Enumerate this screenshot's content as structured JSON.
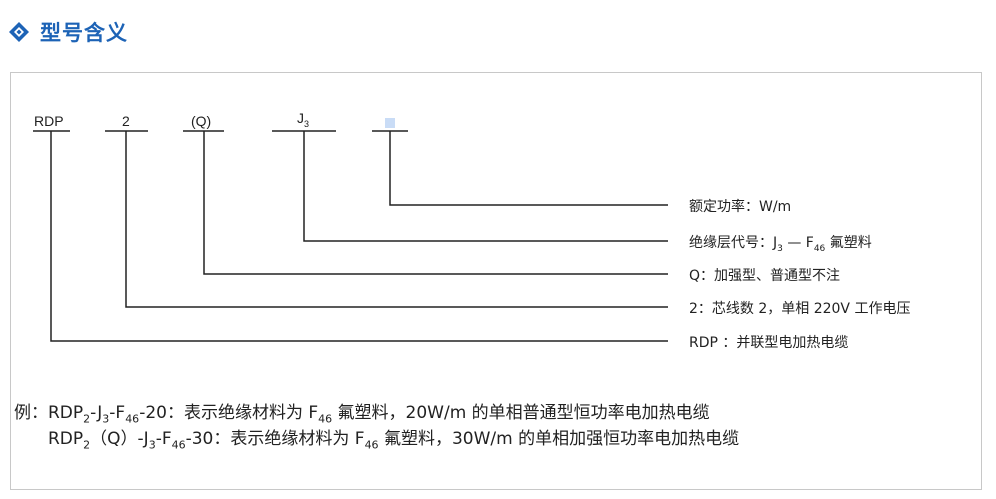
{
  "header": {
    "title": "型号含义",
    "icon": "diamond-icon",
    "accent_color": "#1d63b6"
  },
  "diagram": {
    "codes": [
      {
        "text": "RDP"
      },
      {
        "text": "2"
      },
      {
        "text": "(Q)"
      },
      {
        "text": "J",
        "sub": "3"
      }
    ],
    "placeholder_color": "#c9dcf6",
    "descriptions": [
      {
        "text": "额定功率：W/m"
      },
      {
        "pre": "绝缘层代号：J",
        "sub1": "3",
        "mid": " — F",
        "sub2": "46",
        "post": " 氟塑料"
      },
      {
        "text": "Q：加强型、普通型不注"
      },
      {
        "text": "2：芯线数 2，单相 220V 工作电压"
      },
      {
        "text": "RDP ：并联型电加热电缆"
      }
    ]
  },
  "examples": [
    {
      "prefix": "例：",
      "p1": "RDP",
      "s1": "2",
      "p2": "-J",
      "s2": "3",
      "p3": "-F",
      "s3": "46",
      "p4": "-20：表示绝缘材料为 F",
      "s4": "46",
      "p5": " 氟塑料，20W/m 的单相普通型恒功率电加热电缆"
    },
    {
      "prefix": "",
      "p1": "RDP",
      "s1": "2",
      "p2": "（Q）-J",
      "s2": "3",
      "p3": "-F",
      "s3": "46",
      "p4": "-30：表示绝缘材料为 F",
      "s4": "46",
      "p5": " 氟塑料，30W/m 的单相加强恒功率电加热电缆"
    }
  ]
}
